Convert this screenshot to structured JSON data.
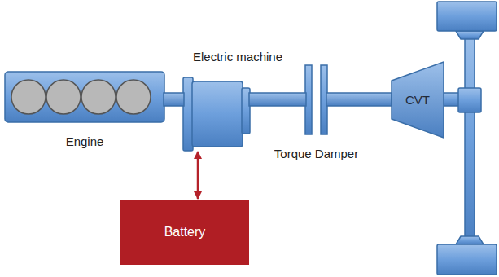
{
  "diagram": {
    "nodes": [
      {
        "text": [
          "Engine"
        ]
      },
      {
        "text": [
          "Electric machine"
        ]
      },
      {
        "text": [
          "Battery"
        ]
      },
      {
        "text": [
          "Torque Damper"
        ]
      },
      {
        "text": [
          "CVT"
        ]
      }
    ],
    "edges": [
      {
        "from": 0,
        "to": 1,
        "arrow": "none"
      },
      {
        "from": 1,
        "to": 3,
        "arrow": "none"
      },
      {
        "from": 3,
        "to": 4,
        "arrow": "none"
      },
      {
        "from": 1,
        "to": 2,
        "arrow": "both"
      }
    ]
  }
}
